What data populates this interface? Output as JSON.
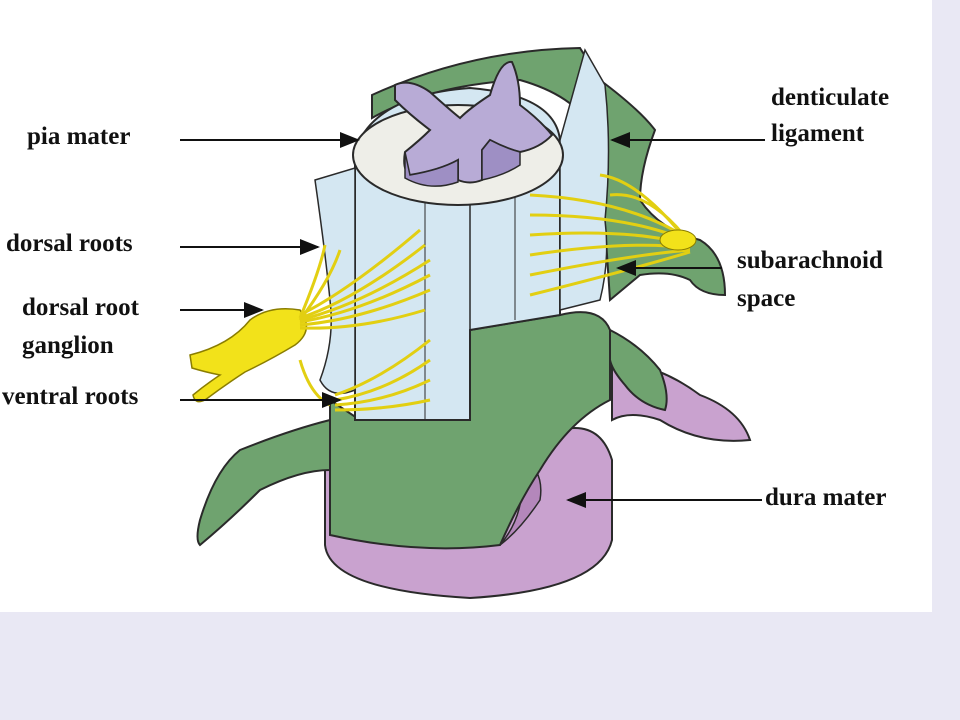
{
  "labels": {
    "pia_mater": "pia mater",
    "dorsal_roots": "dorsal roots",
    "dorsal_root_line1": "dorsal root",
    "dorsal_root_line2": "ganglion",
    "ventral_roots": "ventral roots",
    "denticulate_line1": "denticulate",
    "denticulate_line2": "ligament",
    "subarachnoid_line1": "subarachnoid",
    "subarachnoid_line2": "space",
    "dura_mater": "dura mater"
  },
  "colors": {
    "background": "#e9e8f4",
    "panel": "#ffffff",
    "arachnoid": "#6fa36f",
    "arachnoid_dark": "#5a8b5a",
    "dura": "#c9a2cf",
    "dura_dark": "#b487bb",
    "pia": "#d4e7f2",
    "grey_matter": "#b8abd6",
    "white_matter": "#eeeee8",
    "nerve_root": "#f2e21a",
    "outline": "#2a2a2a"
  },
  "icons": {
    "diagram": "spinal-cord-meninges-illustration"
  }
}
